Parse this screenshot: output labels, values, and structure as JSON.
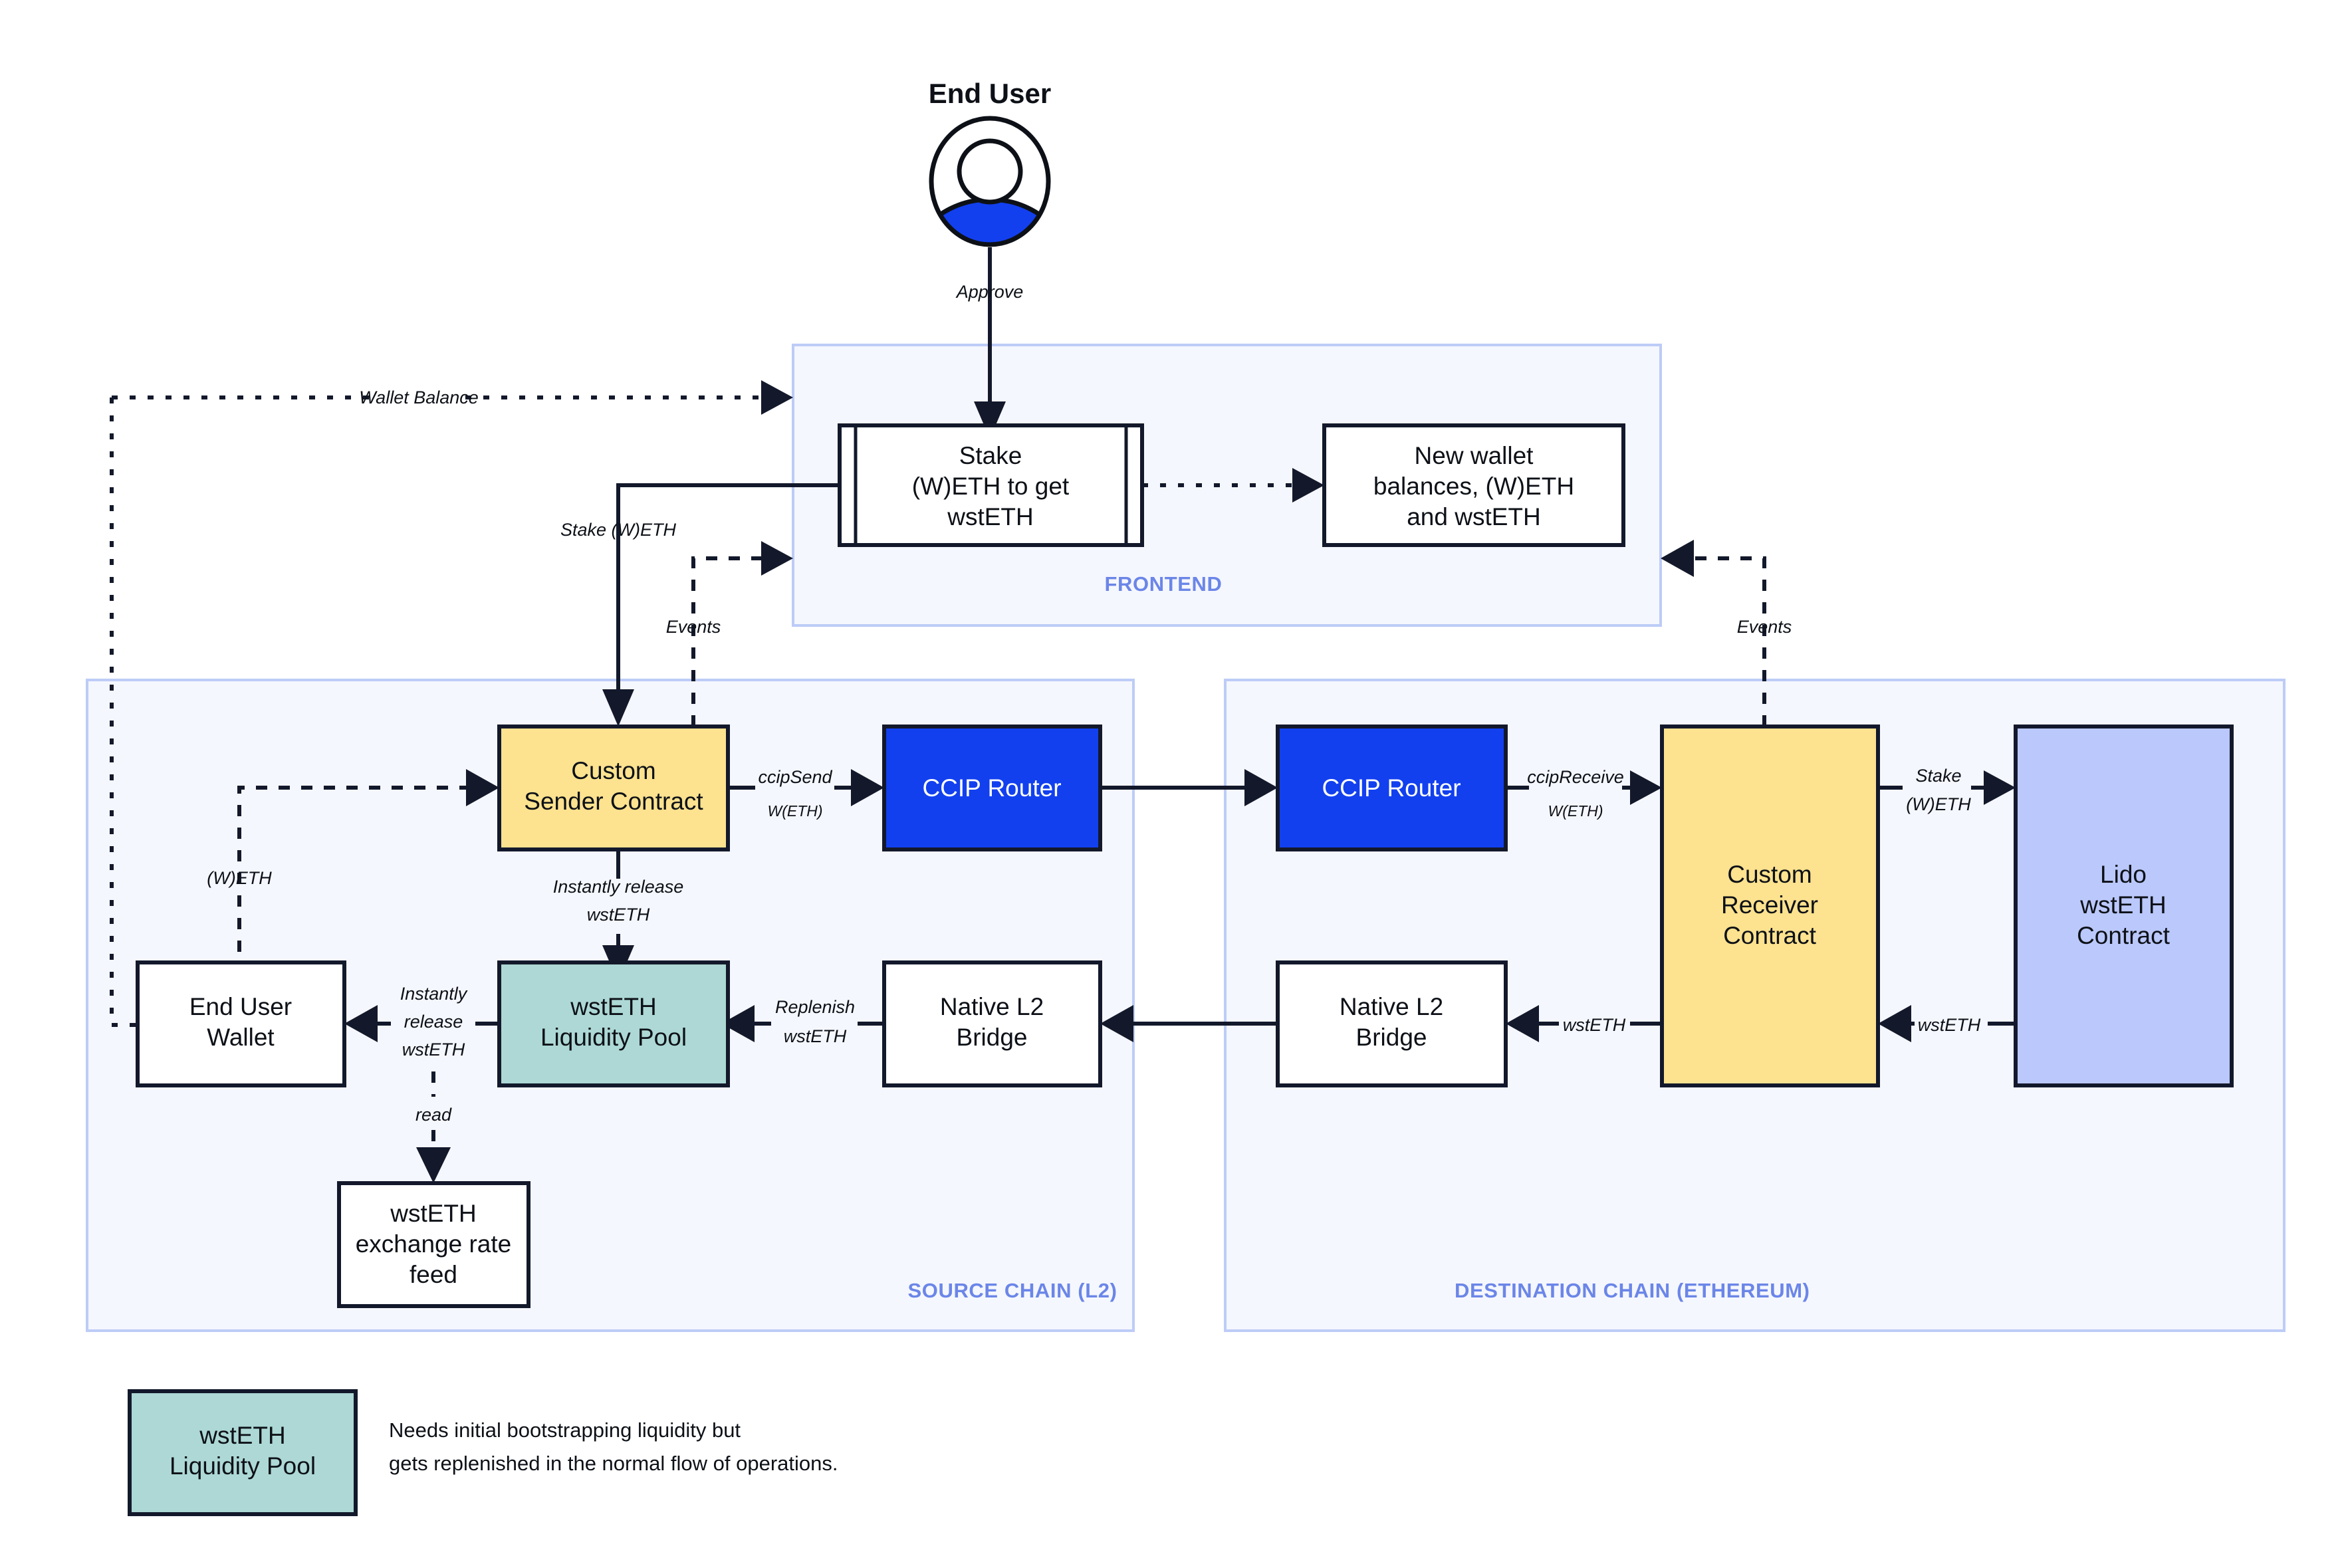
{
  "diagram": {
    "title": "wstETH cross-chain staking flow",
    "actor": {
      "label": "End User",
      "icon": "user-avatar-icon"
    },
    "zones": [
      {
        "id": "frontend",
        "label": "FRONTEND"
      },
      {
        "id": "source",
        "label": "SOURCE CHAIN (L2)"
      },
      {
        "id": "destination",
        "label": "DESTINATION CHAIN (ETHEREUM)"
      }
    ],
    "nodes": {
      "stake_form": {
        "line1": "Stake",
        "line2": "(W)ETH to get",
        "line3": "wstETH"
      },
      "new_balances": {
        "line1": "New wallet",
        "line2": "balances, (W)ETH",
        "line3": "and wstETH"
      },
      "sender_contract": {
        "line1": "Custom",
        "line2": "Sender Contract"
      },
      "ccip_router_src": {
        "line1": "CCIP Router"
      },
      "ccip_router_dst": {
        "line1": "CCIP Router"
      },
      "receiver_contract": {
        "line1": "Custom",
        "line2": "Receiver",
        "line3": "Contract"
      },
      "lido_contract": {
        "line1": "Lido",
        "line2": "wstETH",
        "line3": "Contract"
      },
      "end_user_wallet": {
        "line1": "End User",
        "line2": "Wallet"
      },
      "liquidity_pool": {
        "line1": "wstETH",
        "line2": "Liquidity Pool"
      },
      "bridge_src": {
        "line1": "Native L2",
        "line2": "Bridge"
      },
      "bridge_dst": {
        "line1": "Native L2",
        "line2": "Bridge"
      },
      "rate_feed": {
        "line1": "wstETH",
        "line2": "exchange rate",
        "line3": "feed"
      }
    },
    "edge_labels": {
      "approve": "Approve",
      "wallet_balance": "Wallet Balance",
      "stake_weth": "Stake (W)ETH",
      "events_left": "Events",
      "events_right": "Events",
      "weth": "(W)ETH",
      "ccip_send": "ccipSend",
      "ccip_send_sub": "W(ETH)",
      "ccip_receive": "ccipReceive",
      "ccip_receive_sub": "W(ETH)",
      "instantly_release_1": "Instantly release",
      "instantly_release_2": "wstETH",
      "instantly_release_w1": "Instantly",
      "instantly_release_w2": "release",
      "instantly_release_w3": "wstETH",
      "replenish_1": "Replenish",
      "replenish_2": "wstETH",
      "read": "read",
      "wsteth_dst_bridge": "wstETH",
      "wsteth_lido": "wstETH",
      "stake_weth_lido_1": "Stake",
      "stake_weth_lido_2": "(W)ETH"
    },
    "legend": {
      "swatch_line1": "wstETH",
      "swatch_line2": "Liquidity Pool",
      "note_line1": "Needs initial bootstrapping liquidity but",
      "note_line2": "gets replenished in the normal flow of operations."
    },
    "colors": {
      "zone_fill": "#F5F7FE",
      "zone_stroke": "#BDCCF7",
      "zone_label": "#6B86E8",
      "yellow": "#FDE28F",
      "teal": "#ADD8D5",
      "blue": "#1240EF",
      "periwinkle": "#BAC8FB",
      "stroke": "#13192B"
    }
  }
}
